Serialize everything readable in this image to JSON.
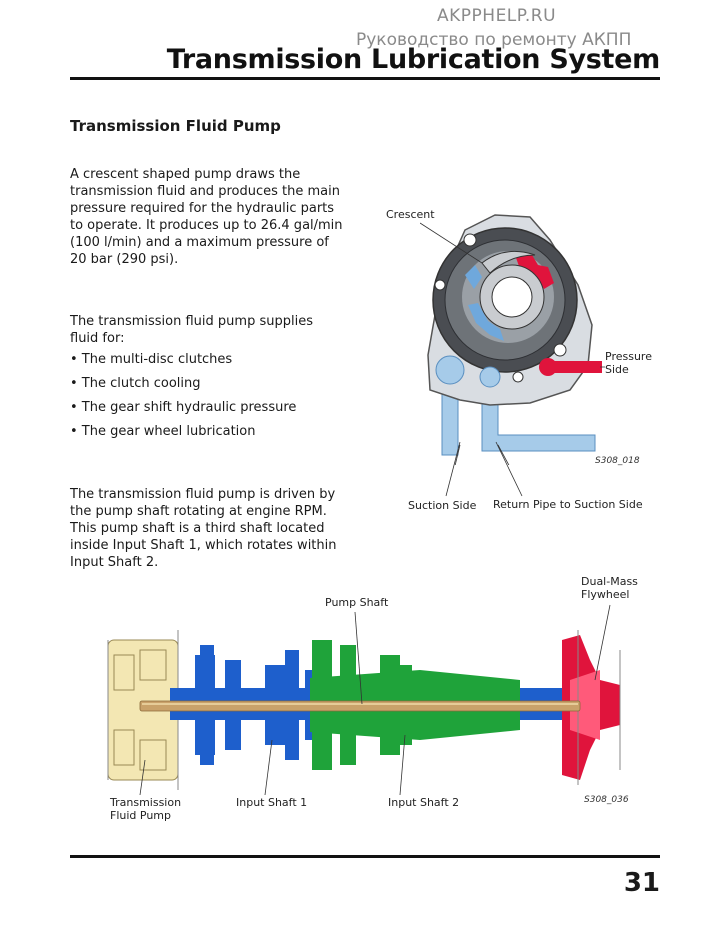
{
  "watermark": {
    "site": "AKPPHELP.RU",
    "subtitle": "Руководство по ремонту АКПП"
  },
  "header": {
    "title": "Transmission Lubrication System"
  },
  "section": {
    "heading": "Transmission Fluid Pump",
    "para1": "A crescent shaped pump draws the transmission fluid and produces the main pressure required for the hydraulic parts to operate. It produces up to 26.4 gal/min (100 l/min) and a maximum pressure of 20 bar (290 psi).",
    "para2_intro": "The transmission fluid pump supplies fluid for:",
    "bullets": [
      "• The multi-disc clutches",
      "• The clutch cooling",
      "• The gear shift hydraulic pressure",
      "• The gear wheel lubrication"
    ],
    "para3": "The transmission fluid pump is driven by the pump shaft rotating at engine RPM. This pump shaft is a third shaft located inside Input Shaft 1, which rotates within Input Shaft 2."
  },
  "figure1": {
    "labels": {
      "crescent": "Crescent",
      "pressure_side": "Pressure Side",
      "suction_side": "Suction Side",
      "return_pipe": "Return Pipe to Suction Side"
    },
    "ref": "S308_018"
  },
  "figure2": {
    "labels": {
      "pump_shaft": "Pump Shaft",
      "dual_mass": "Dual-Mass Flywheel",
      "fluid_pump": "Transmission Fluid Pump",
      "input_shaft1": "Input Shaft 1",
      "input_shaft2": "Input Shaft 2"
    },
    "ref": "S308_036"
  },
  "colors": {
    "blue": "#1e5fcc",
    "green": "#1fa33a",
    "red": "#e0143c",
    "pump_yellow": "#f3e7b3",
    "shaft_gold": "#c9a26a",
    "fluid_blue": "#a6cbe9"
  },
  "footer": {
    "page_number": "31"
  }
}
